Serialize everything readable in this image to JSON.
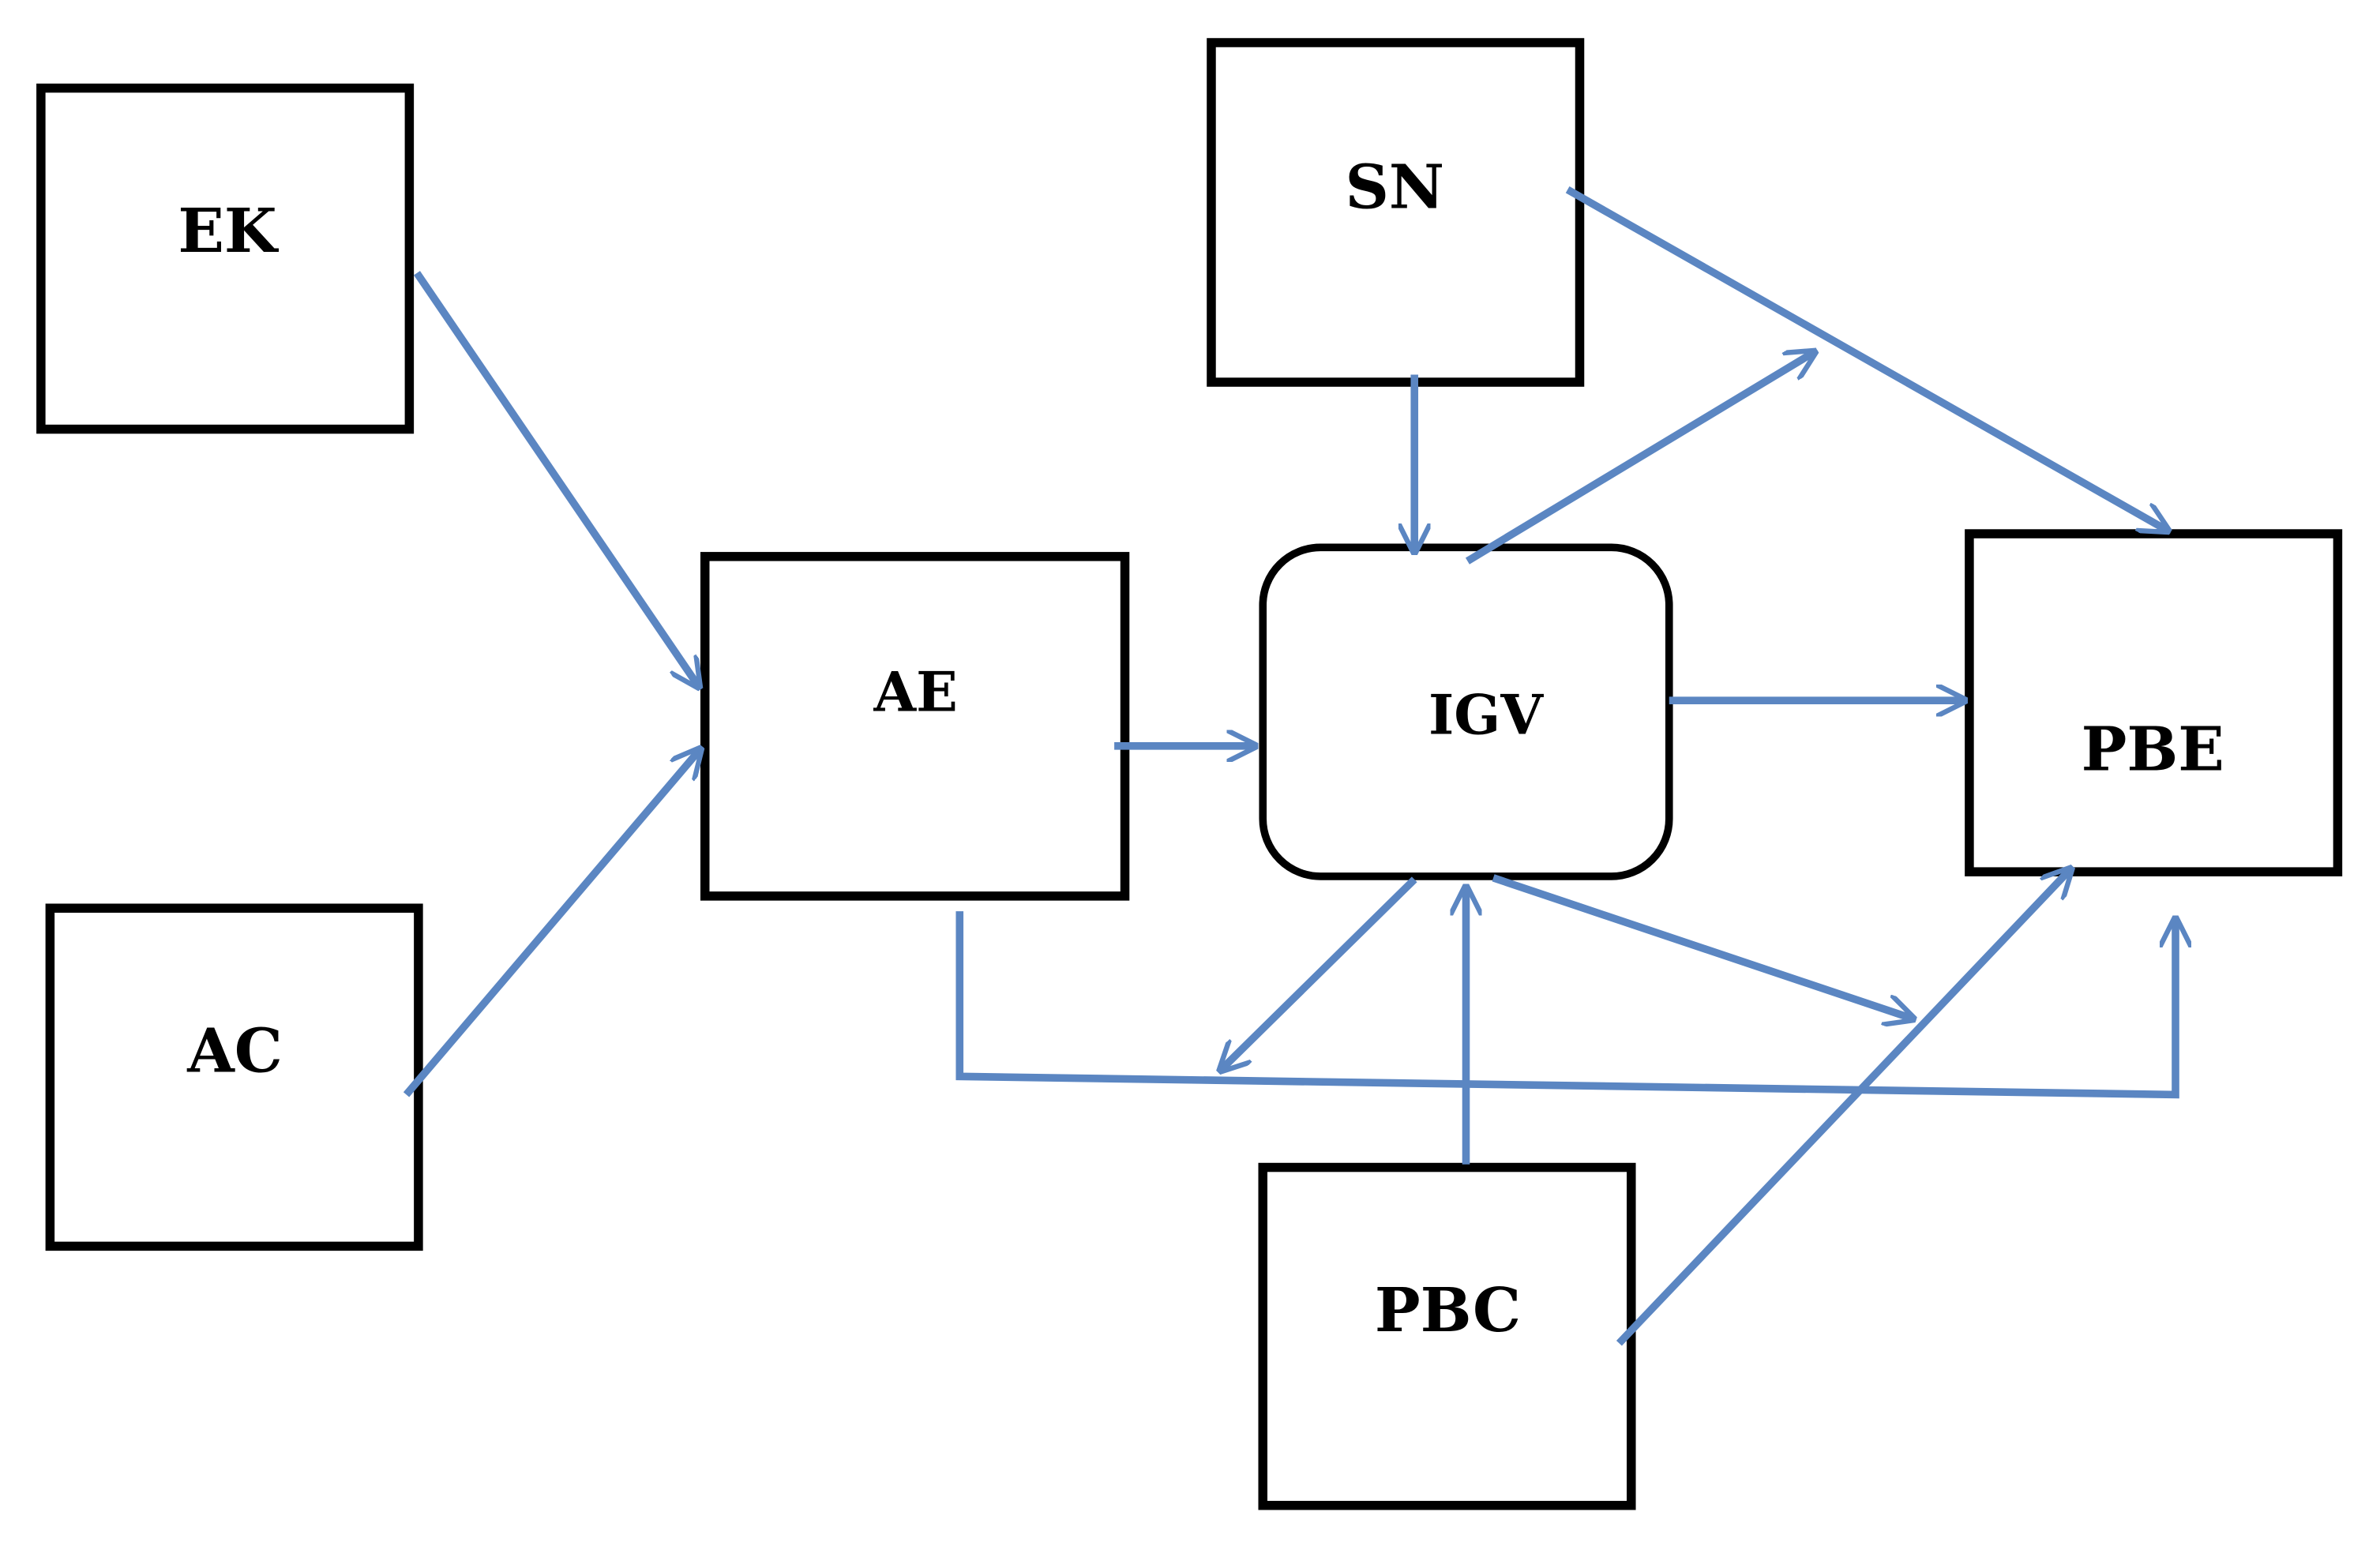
{
  "diagram": {
    "nodes": {
      "ek": {
        "label": "EK"
      },
      "ac": {
        "label": "AC"
      },
      "ae": {
        "label": "AE"
      },
      "sn": {
        "label": "SN"
      },
      "igv": {
        "label": "IGV"
      },
      "pbe": {
        "label": "PBE"
      },
      "pbc": {
        "label": "PBC"
      }
    },
    "colors": {
      "arrow": "#5b86c2",
      "box_border": "#000000",
      "background": "#ffffff"
    }
  }
}
